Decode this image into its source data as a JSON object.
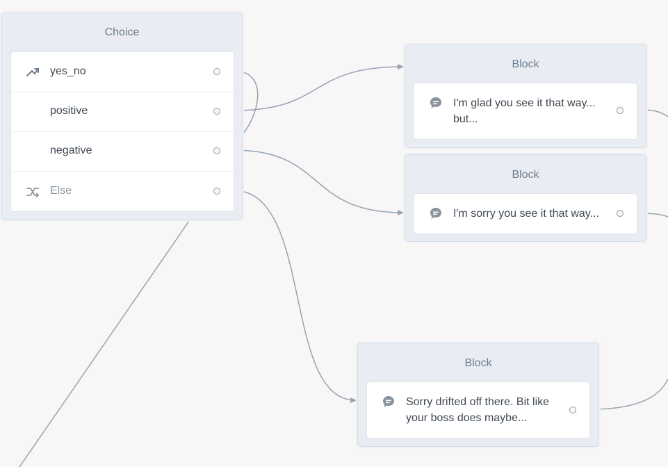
{
  "canvas": {
    "wire_color": "#95a3b3",
    "node_bg": "#e9edf3",
    "card_bg": "#ffffff"
  },
  "choice": {
    "title": "Choice",
    "rows": [
      {
        "label": "yes_no",
        "icon": "split-arrow-icon"
      },
      {
        "label": "positive"
      },
      {
        "label": "negative"
      },
      {
        "label": "Else",
        "icon": "shuffle-icon"
      }
    ]
  },
  "blocks": [
    {
      "title": "Block",
      "icon": "speech-bubble-icon",
      "text_line1": "I'm glad you see it that way...",
      "text_line2": "but..."
    },
    {
      "title": "Block",
      "icon": "speech-bubble-icon",
      "text_line1": "I'm sorry you see it that way..."
    },
    {
      "title": "Block",
      "icon": "speech-bubble-icon",
      "text_line1": "Sorry drifted off there. Bit like",
      "text_line2": "your boss does maybe..."
    }
  ]
}
